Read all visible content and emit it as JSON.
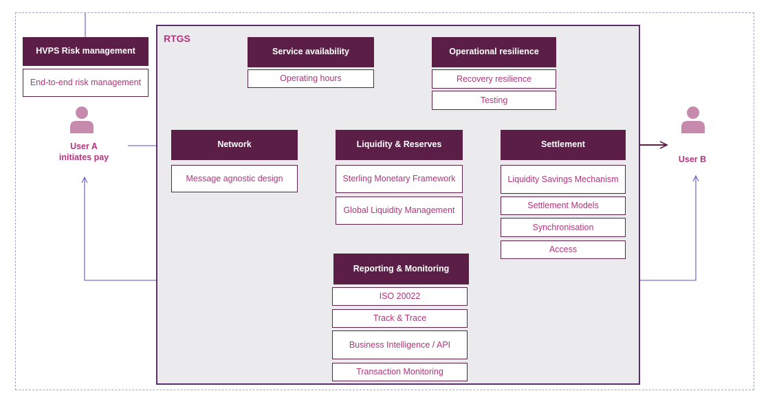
{
  "diagram": {
    "rtgs_label": "RTGS",
    "hvps": {
      "title": "HVPS Risk management",
      "items": [
        "End-to-end risk management"
      ]
    },
    "service_availability": {
      "title": "Service availability",
      "items": [
        "Operating hours"
      ]
    },
    "operational_resilience": {
      "title": "Operational resilience",
      "items": [
        "Recovery resilience",
        "Testing"
      ]
    },
    "network": {
      "title": "Network",
      "items": [
        "Message agnostic design"
      ]
    },
    "liquidity": {
      "title": "Liquidity & Reserves",
      "items": [
        "Sterling Monetary Framework",
        "Global Liquidity Management"
      ]
    },
    "settlement": {
      "title": "Settlement",
      "items": [
        "Liquidity Savings Mechanism",
        "Settlement Models",
        "Synchronisation",
        "Access"
      ]
    },
    "reporting": {
      "title": "Reporting & Monitoring",
      "items": [
        "ISO 20022",
        "Track & Trace",
        "Business Intelligence / API",
        "Transaction Monitoring"
      ]
    },
    "user_a": {
      "label": "User A\ninitiates pay",
      "icon": "person-icon"
    },
    "user_b": {
      "label": "User B",
      "icon": "person-icon"
    },
    "colors": {
      "header": "#5b1f47",
      "accent_text": "#b1347d",
      "arrow": "#7b70c4",
      "frame": "#5b2c6f",
      "user_icon": "#c58aac",
      "panel": "#ebebed"
    }
  }
}
